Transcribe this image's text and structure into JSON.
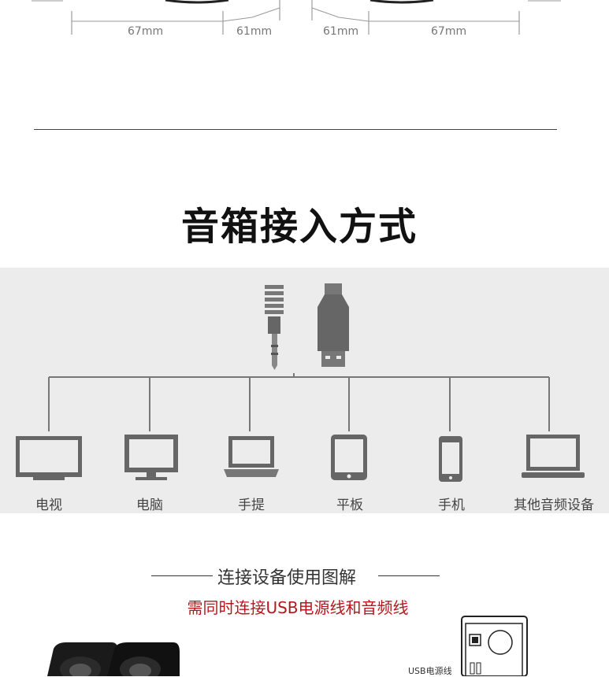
{
  "dimensions": {
    "left": {
      "a": "67mm",
      "b": "61mm"
    },
    "right": {
      "a": "61mm",
      "b": "67mm"
    }
  },
  "section_title": "音箱接入方式",
  "devices": [
    {
      "label": "电视",
      "icon": "tv-icon"
    },
    {
      "label": "电脑",
      "icon": "monitor-icon"
    },
    {
      "label": "手提",
      "icon": "laptop-icon"
    },
    {
      "label": "平板",
      "icon": "tablet-icon"
    },
    {
      "label": "手机",
      "icon": "phone-icon"
    },
    {
      "label": "其他音频设备",
      "icon": "audio-device-icon"
    }
  ],
  "connection_guide": {
    "title": "连接设备使用图解",
    "note": "需同时连接USB电源线和音频线",
    "usb_label": "USB电源线"
  },
  "colors": {
    "accent_red": "#b5171c",
    "band": "#ececec",
    "icon_gray": "#666666"
  }
}
